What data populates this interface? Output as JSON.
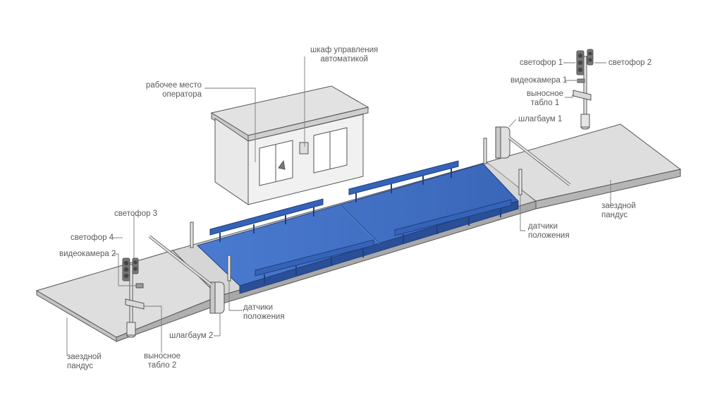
{
  "labels": {
    "cabinet": {
      "line1": "шкаф управления",
      "line2": "автоматикой"
    },
    "operator": {
      "line1": "рабочее место",
      "line2": "оператора"
    },
    "light1": "светофор 1",
    "light2": "светофор 2",
    "camera1": "видеокамера 1",
    "board1": {
      "line1": "выносное",
      "line2": "табло 1"
    },
    "barrier1": "шлагбаум 1",
    "ramp_right": {
      "line1": "заездной",
      "line2": "пандус"
    },
    "sensors_right": {
      "line1": "датчики",
      "line2": "положения"
    },
    "light3": "светофор 3",
    "light4": "светофор 4",
    "camera2": "видеокамера 2",
    "sensors_left": {
      "line1": "датчики",
      "line2": "положения"
    },
    "barrier2": "шлагбаум 2",
    "board2": {
      "line1": "выносное",
      "line2": "табло 2"
    },
    "ramp_left": {
      "line1": "заездной",
      "line2": "пандус"
    }
  },
  "colors": {
    "platform": "#3f6fc2",
    "platform_dark": "#2a4f97",
    "rail": "#2f5aa8",
    "concrete": "#dcdcdc",
    "concrete_side": "#b9b9b9",
    "line": "#555555",
    "leader": "#7a7a7a"
  }
}
